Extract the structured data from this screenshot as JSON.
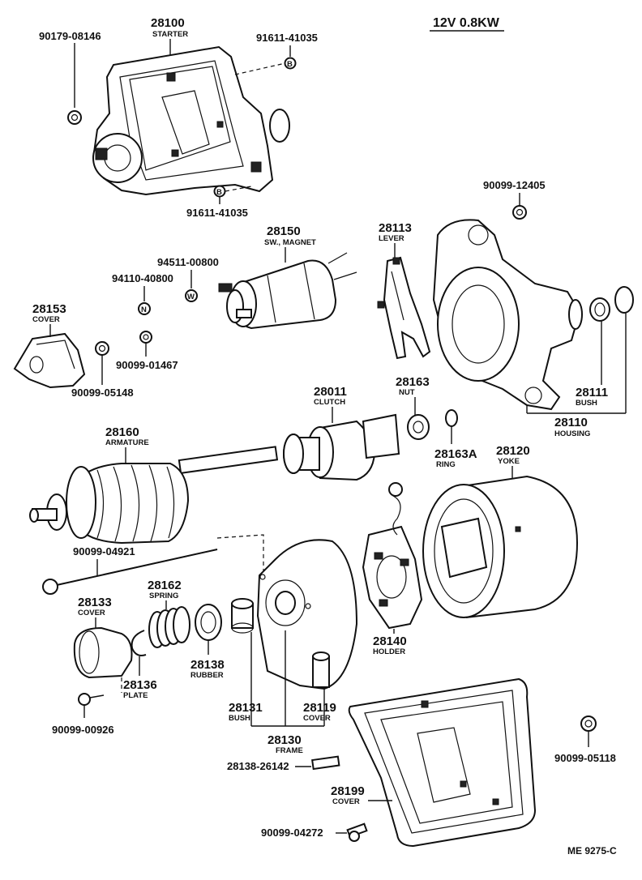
{
  "header": {
    "spec": "12V 0.8KW"
  },
  "footer": {
    "ref": "ME  9275-C"
  },
  "parts": {
    "p28100": {
      "num": "28100",
      "name": "STARTER"
    },
    "p90179_08146": {
      "num": "90179-08146"
    },
    "p91611_top": {
      "num": "91611-41035",
      "marker": "B"
    },
    "p91611_bot": {
      "num": "91611-41035",
      "marker": "B"
    },
    "p90099_12405": {
      "num": "90099-12405"
    },
    "p28150": {
      "num": "28150",
      "name": "SW., MAGNET"
    },
    "p28113": {
      "num": "28113",
      "name": "LEVER"
    },
    "p94511": {
      "num": "94511-00800",
      "marker": "W"
    },
    "p94110": {
      "num": "94110-40800",
      "marker": "N"
    },
    "p28153": {
      "num": "28153",
      "name": "COVER"
    },
    "p90099_01467": {
      "num": "90099-01467"
    },
    "p90099_05148": {
      "num": "90099-05148"
    },
    "p28011": {
      "num": "28011",
      "name": "CLUTCH"
    },
    "p28163": {
      "num": "28163",
      "name": "NUT"
    },
    "p28111": {
      "num": "28111",
      "name": "BUSH"
    },
    "p28110": {
      "num": "28110",
      "name": "HOUSING"
    },
    "p28160": {
      "num": "28160",
      "name": "ARMATURE"
    },
    "p28163A": {
      "num": "28163A",
      "name": "RING"
    },
    "p28120": {
      "num": "28120",
      "name": "YOKE"
    },
    "p90099_04921": {
      "num": "90099-04921"
    },
    "p28162": {
      "num": "28162",
      "name": "SPRING"
    },
    "p28133": {
      "num": "28133",
      "name": "COVER"
    },
    "p28138": {
      "num": "28138",
      "name": "RUBBER"
    },
    "p28136": {
      "num": "28136",
      "name": "PLATE"
    },
    "p28140": {
      "num": "28140",
      "name": "HOLDER"
    },
    "p28131": {
      "num": "28131",
      "name": "BUSH"
    },
    "p28119": {
      "num": "28119",
      "name": "COVER"
    },
    "p28130": {
      "num": "28130",
      "name": "FRAME"
    },
    "p90099_00926": {
      "num": "90099-00926"
    },
    "p28138_26142": {
      "num": "28138-26142"
    },
    "p28199": {
      "num": "28199",
      "name": "COVER"
    },
    "p90099_05118": {
      "num": "90099-05118"
    },
    "p90099_04272": {
      "num": "90099-04272"
    }
  }
}
